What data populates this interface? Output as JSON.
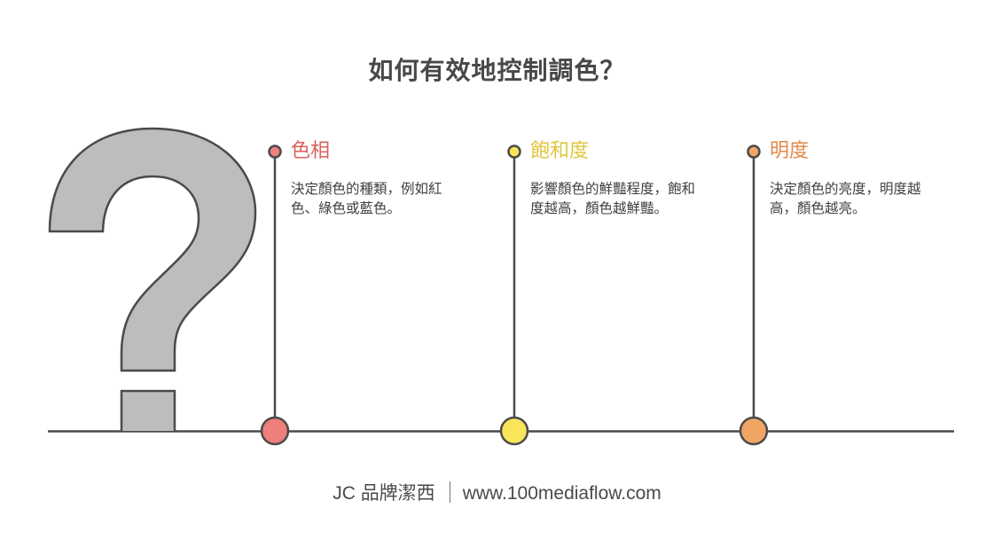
{
  "title": "如何有效地控制調色？",
  "items": [
    {
      "title": "色相",
      "description": "決定顏色的種類，例如紅色、綠色或藍色。",
      "color": "#d9635f",
      "marker_fill": "#ee7f7b"
    },
    {
      "title": "飽和度",
      "description": "影響顏色的鮮豔程度，飽和度越高，顏色越鮮豔。",
      "color": "#e0c63c",
      "marker_fill": "#f8e55a"
    },
    {
      "title": "明度",
      "description": "決定顏色的亮度，明度越高，顏色越亮。",
      "color": "#e08a48",
      "marker_fill": "#f1a565"
    }
  ],
  "icon": "question-mark-icon",
  "icon_fill": "#bdbdbd",
  "line_color": "#4a4a4a",
  "footer": {
    "brand": "JC 品牌潔西",
    "url": "www.100mediaflow.com"
  }
}
